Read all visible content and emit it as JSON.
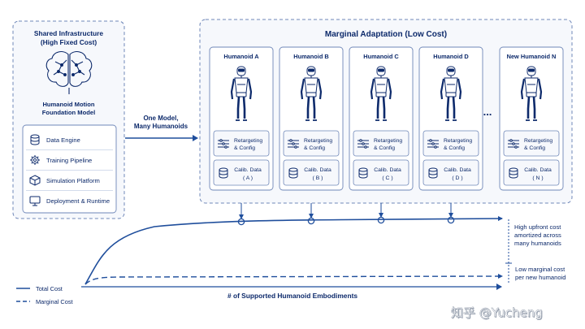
{
  "shared": {
    "title_line1": "Shared Infrastructure",
    "title_line2": "(High Fixed Cost)",
    "model_line1": "Humanoid Motion",
    "model_line2": "Foundation Model",
    "items": [
      {
        "label": "Data Engine",
        "icon": "database-icon"
      },
      {
        "label": "Training Pipeline",
        "icon": "gear-icon"
      },
      {
        "label": "Simulation Platform",
        "icon": "cube-icon"
      },
      {
        "label": "Deployment & Runtime",
        "icon": "monitor-icon"
      }
    ]
  },
  "arrow_label": {
    "line1": "One Model,",
    "line2": "Many Humanoids"
  },
  "marginal": {
    "title": "Marginal Adaptation (Low Cost)",
    "ellipsis": "...",
    "humanoids": [
      {
        "name": "Humanoid A",
        "config_line1": "Retargeting",
        "config_line2": "& Config",
        "calib_label": "Calib. Data",
        "calib_id": "( A )"
      },
      {
        "name": "Humanoid B",
        "config_line1": "Retargeting",
        "config_line2": "& Config",
        "calib_label": "Calib. Data",
        "calib_id": "( B )"
      },
      {
        "name": "Humanoid C",
        "config_line1": "Retargeting",
        "config_line2": "& Config",
        "calib_label": "Calib. Data",
        "calib_id": "( C )"
      },
      {
        "name": "Humanoid D",
        "config_line1": "Retargeting",
        "config_line2": "& Config",
        "calib_label": "Calib. Data",
        "calib_id": "( D )"
      },
      {
        "name": "New Humanoid N",
        "config_line1": "Retargeting",
        "config_line2": "& Config",
        "calib_label": "Calib. Data",
        "calib_id": "( N )"
      }
    ]
  },
  "cost_chart": {
    "annotation_high": [
      "High upfront cost",
      "amortized across",
      "many humanoids"
    ],
    "annotation_low": [
      "Low marginal cost",
      "per new humanoid"
    ],
    "xlabel": "# of Supported Humanoid Embodiments",
    "legend": {
      "total": "Total Cost",
      "marginal": "Marginal Cost"
    }
  },
  "watermark": "知乎 @Yucheng",
  "colors": {
    "primary": "#0d2a6b",
    "accent": "#1f4e9c",
    "panel_border": "#6f87b8",
    "panel_fill": "#f6f8fc"
  }
}
